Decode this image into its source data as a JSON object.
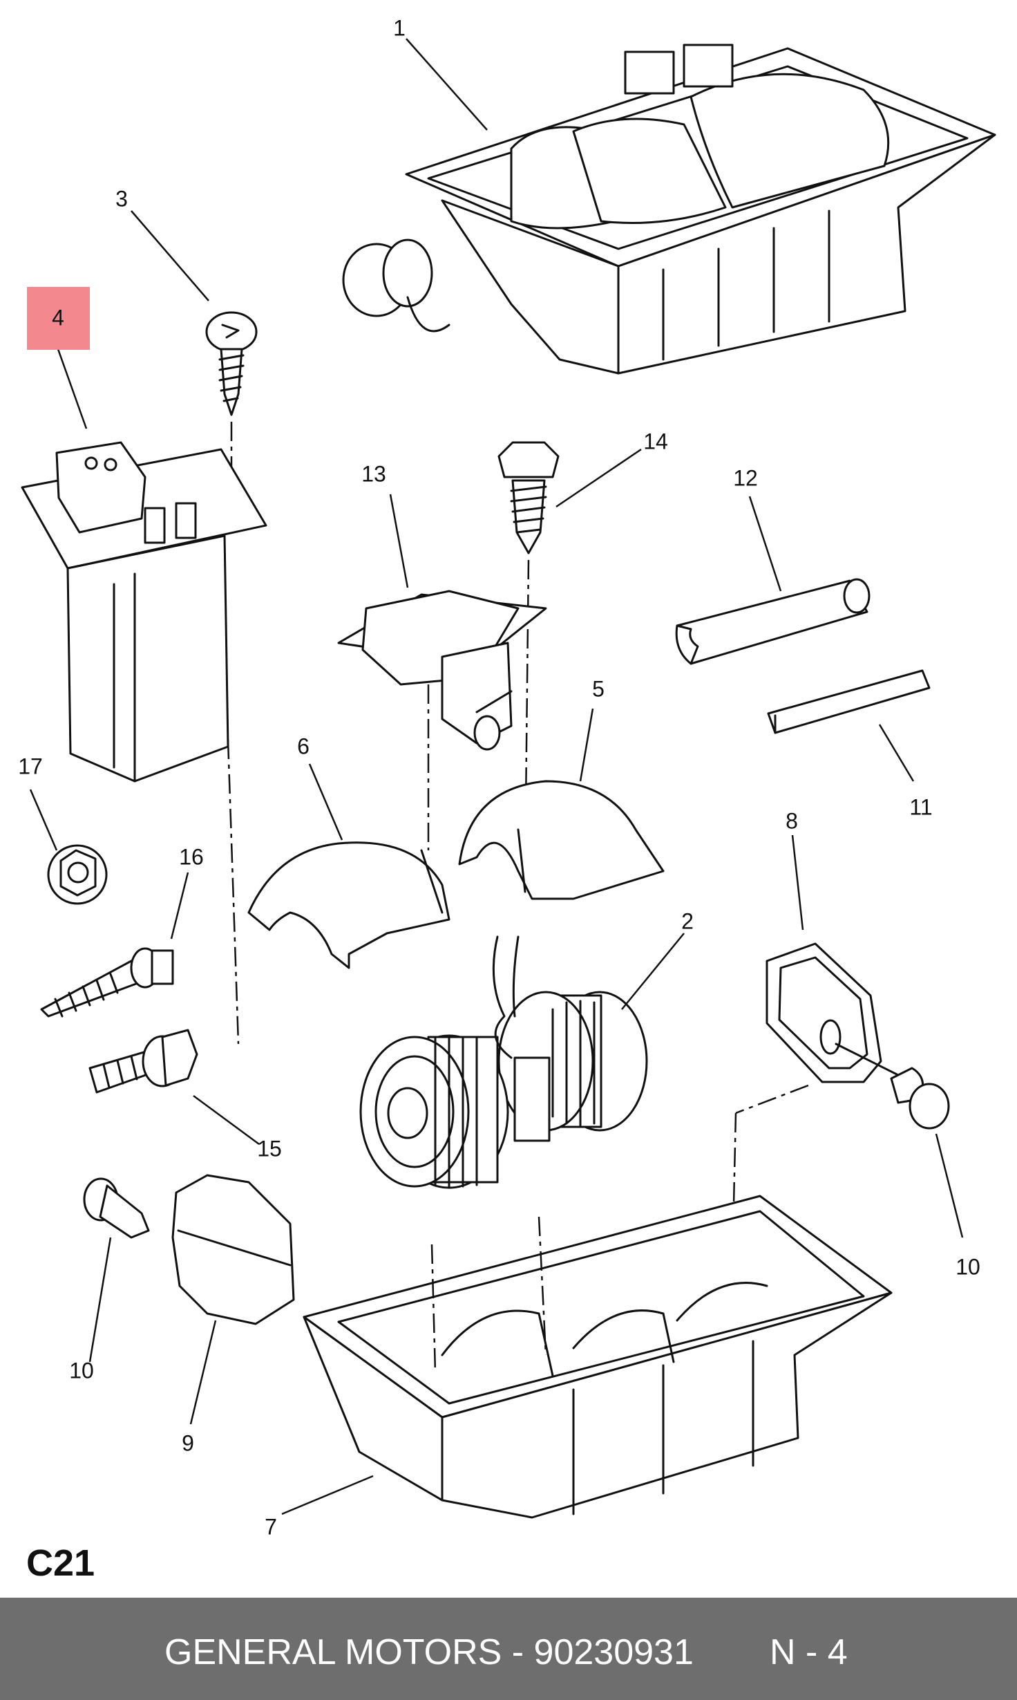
{
  "callouts": {
    "c1": "1",
    "c2": "2",
    "c3": "3",
    "c4": "4",
    "c5": "5",
    "c6": "6",
    "c7": "7",
    "c8": "8",
    "c9": "9",
    "c10a": "10",
    "c10b": "10",
    "c11": "11",
    "c12": "12",
    "c13": "13",
    "c14": "14",
    "c15": "15",
    "c16": "16",
    "c17": "17"
  },
  "page_code": "C21",
  "footer": {
    "brand_part": "GENERAL MOTORS - 90230931",
    "index": "N - 4"
  },
  "colors": {
    "highlight": "#f3888f",
    "footer_bg": "#6e6e6e",
    "footer_text": "#ffffff"
  }
}
